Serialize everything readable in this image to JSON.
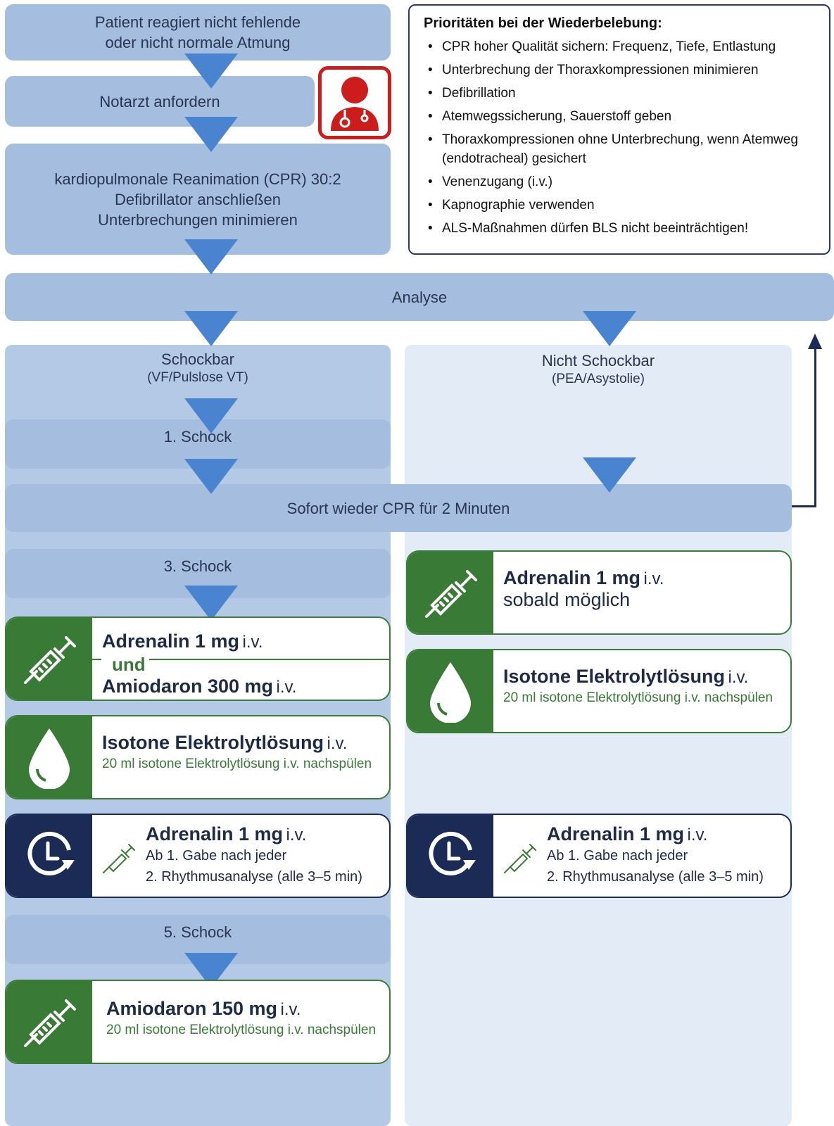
{
  "flow": {
    "patient": "Patient reagiert nicht fehlende\noder nicht normale Atmung",
    "notarzt": "Notarzt anfordern",
    "cpr": "kardiopulmonale Reanimation (CPR) 30:2\nDefibrillator anschließen\nUnterbrechungen minimieren",
    "analyse": "Analyse",
    "schockbar": "Schockbar",
    "schockbar_sub": "(VF/Pulslose VT)",
    "nicht_schockbar": "Nicht Schockbar",
    "nicht_schockbar_sub": "(PEA/Asystolie)",
    "schock1": "1. Schock",
    "cpr2": "Sofort wieder CPR für 2 Minuten",
    "schock3": "3. Schock",
    "schock5": "5. Schock"
  },
  "priorities": {
    "title": "Prioritäten bei der Wiederbelebung:",
    "items": [
      "CPR hoher Qualität sichern: Frequenz, Tiefe, Entlastung",
      "Unterbrechung der Thoraxkompressionen minimieren",
      "Defibrillation",
      "Atemwegssicherung, Sauerstoff geben",
      "Thoraxkompressionen ohne Unterbrechung, wenn Atemweg (endotracheal) gesichert",
      "Venenzugang (i.v.)",
      "Kapnographie verwenden",
      "ALS-Maßnahmen dürfen BLS nicht beeinträchtigen!"
    ]
  },
  "left_cards": {
    "adr_amio": {
      "drug1": "Adrenalin 1 mg",
      "route1": "i.v.",
      "und": "und",
      "drug2": "Amiodaron 300 mg",
      "route2": "i.v."
    },
    "iso": {
      "drug": "Isotone Elektrolytlösung",
      "route": "i.v.",
      "note": "20 ml isotone Elektrolytlösung i.v. nachspülen"
    },
    "adr_repeat": {
      "drug": "Adrenalin 1 mg",
      "route": "i.v.",
      "line1": "Ab 1. Gabe nach jeder",
      "line2": "2. Rhythmusanalyse (alle 3–5 min)"
    },
    "amio150": {
      "drug": "Amiodaron 150 mg",
      "route": "i.v.",
      "note": "20 ml isotone Elektrolytlösung i.v. nachspülen"
    }
  },
  "right_cards": {
    "adr_asap": {
      "drug": "Adrenalin 1 mg",
      "route": "i.v.",
      "line": "sobald möglich"
    },
    "iso": {
      "drug": "Isotone Elektrolytlösung",
      "route": "i.v.",
      "note": "20 ml isotone Elektrolytlösung i.v. nachspülen"
    },
    "adr_repeat": {
      "drug": "Adrenalin 1 mg",
      "route": "i.v.",
      "line1": "Ab 1. Gabe nach jeder",
      "line2": "2. Rhythmusanalyse (alle 3–5 min)"
    }
  },
  "icons": {
    "doctor": "doctor-icon",
    "syringe": "syringe-icon",
    "drop": "drop-icon",
    "clock": "clock-repeat-icon"
  },
  "colors": {
    "bar": "#a5bedf",
    "arrow": "#4a83cf",
    "green": "#3a7a37",
    "navy": "#1c2b55",
    "red": "#cc1c1c"
  }
}
